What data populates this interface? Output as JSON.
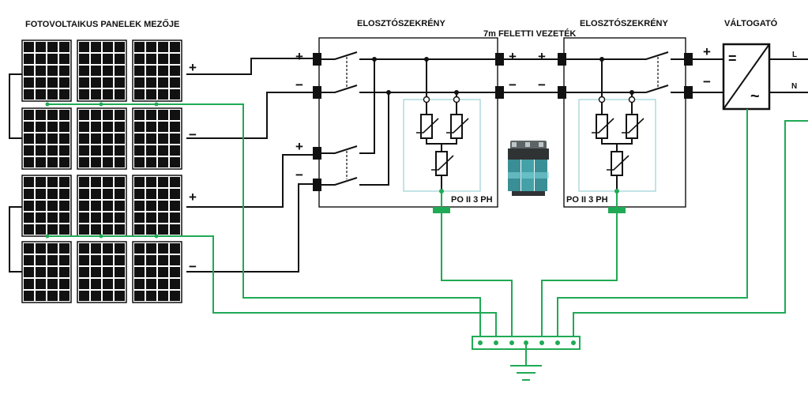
{
  "labels": {
    "pv_field": "FOTOVOLTAIKUS PANELEK MEZŐJE",
    "dist_box_1": "ELOSZTÓSZEKRÉNY",
    "dist_box_2": "ELOSZTÓSZEKRÉNY",
    "cable": "7m FELETTI VEZETÉK",
    "inverter": "VÁLTOGATÓ",
    "spd_1": "PO II 3 PH",
    "spd_2": "PO II 3 PH",
    "ac_l": "L",
    "ac_n": "N",
    "inverter_dc_symbol": "=",
    "inverter_ac_symbol": "~"
  },
  "signs": {
    "plus": "+",
    "minus": "−"
  },
  "colors": {
    "wire": "#111111",
    "ground": "#1faa55",
    "spd_frame": "#9bd0d6",
    "product": "#3a8f96"
  }
}
